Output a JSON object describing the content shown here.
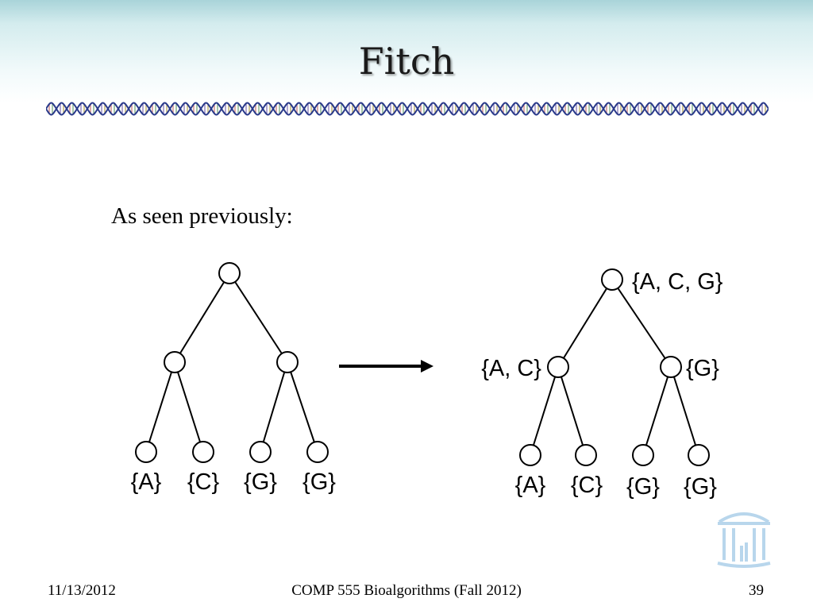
{
  "slide": {
    "title": "Fitch",
    "subtitle": "As seen previously:"
  },
  "left_tree": {
    "leaves": [
      "{A}",
      "{C}",
      "{G}",
      "{G}"
    ]
  },
  "right_tree": {
    "root_label": "{A, C, G}",
    "left_internal_label": "{A, C}",
    "right_internal_label": "{G}",
    "leaves": [
      "{A}",
      "{C}",
      "{G}",
      "{G}"
    ]
  },
  "footer": {
    "date": "11/13/2012",
    "course": "COMP 555 Bioalgorithms (Fall 2012)",
    "page_number": "39"
  },
  "icons": {
    "banner": "dna-helix-icon",
    "logo": "old-well-logo-icon"
  }
}
